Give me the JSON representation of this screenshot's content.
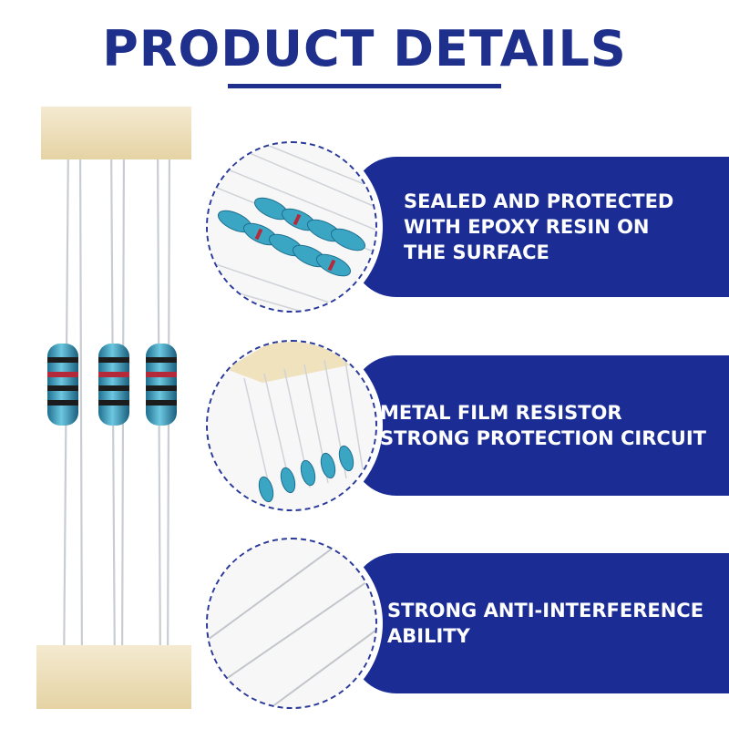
{
  "page": {
    "title": "PRODUCT DETAILS"
  },
  "colors": {
    "brand_blue": "#1b2d95",
    "title_blue": "#1f2f8c",
    "tape": "#efe2bd",
    "resistor_body": "#3ba5c4"
  },
  "features": [
    {
      "text": "SEALED AND PROTECTED\nWITH EPOXY RESIN ON\nTHE SURFACE",
      "image": "resistor-cluster-closeup"
    },
    {
      "text": "METAL FILM RESISTOR\nSTRONG PROTECTION CIRCUIT",
      "image": "resistor-row-closeup"
    },
    {
      "text": "STRONG ANTI-INTERFERENCE\nABILITY",
      "image": "lead-wires-closeup"
    }
  ]
}
